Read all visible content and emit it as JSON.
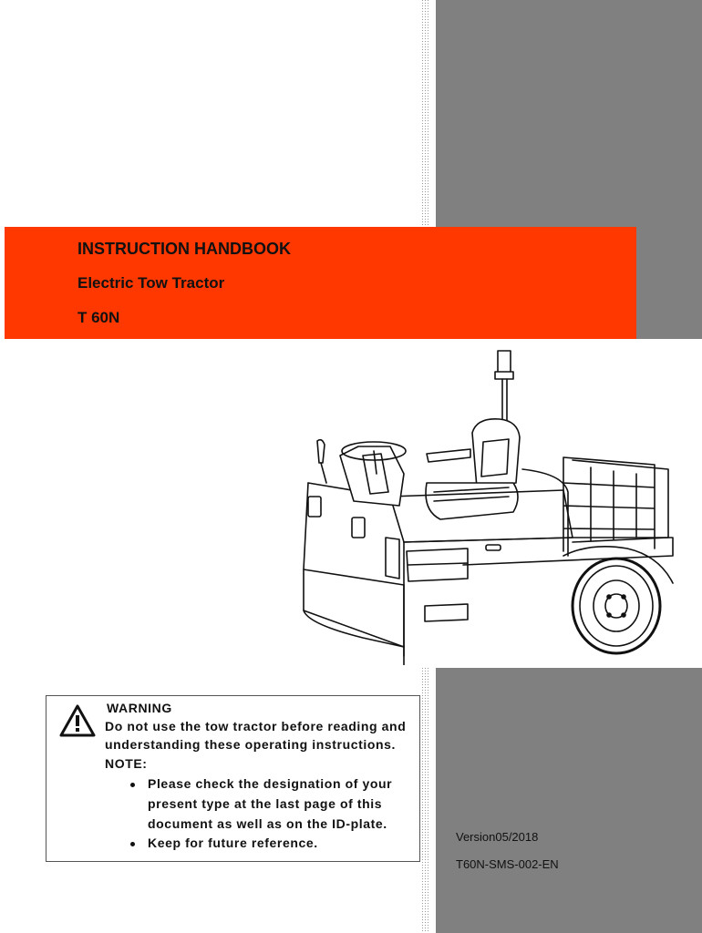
{
  "header": {
    "title": "INSTRUCTION HANDBOOK",
    "subtitle": "Electric Tow Tractor",
    "model": "T 60N"
  },
  "warning": {
    "heading": "WARNING",
    "line1": "Do not use the tow tractor before reading and",
    "line2": "understanding these operating instructions.",
    "note_label": "NOTE:",
    "bullet1_line1": "Please check the designation of your",
    "bullet1_line2": "present type at the last page of this",
    "bullet1_line3": "document as well as on the ID-plate.",
    "bullet2": "Keep for future reference.",
    "icon": "warning-triangle-icon"
  },
  "footer": {
    "version": "Version05/2018",
    "doc_code": "T60N-SMS-002-EN"
  },
  "colors": {
    "banner": "#ff3800",
    "sidebar": "#808080"
  }
}
